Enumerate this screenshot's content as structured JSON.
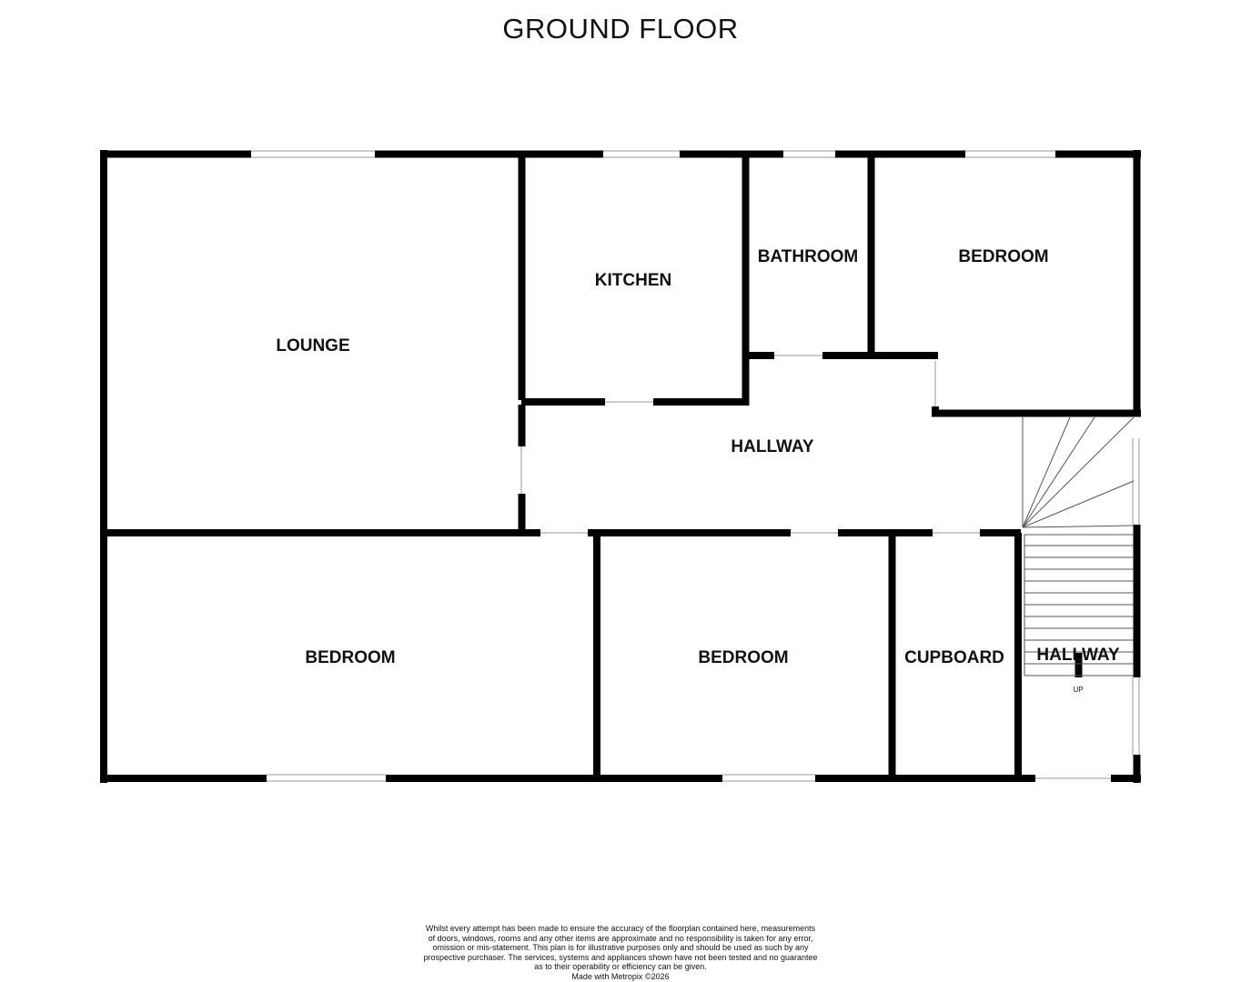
{
  "title": "GROUND FLOOR",
  "rooms": {
    "lounge": "LOUNGE",
    "kitchen": "KITCHEN",
    "bathroom": "BATHROOM",
    "bedroom_top": "BEDROOM",
    "hallway_main": "HALLWAY",
    "bedroom_bottom_left": "BEDROOM",
    "bedroom_bottom_mid": "BEDROOM",
    "cupboard": "CUPBOARD",
    "hallway_entrance": "HALLWAY"
  },
  "stairs_label": "UP",
  "disclaimer": {
    "lines": [
      "Whilst every attempt has been made to ensure the accuracy of the floorplan contained here, measurements",
      "of doors, windows, rooms and any other items are approximate and no responsibility is taken for any error,",
      "omission or mis-statement. This plan is for illustrative purposes only and should be used as such by any",
      "prospective purchaser. The services, systems and appliances shown have not been tested and no guarantee",
      "as to their operability or efficiency can be given."
    ],
    "credit": "Made with Metropix ©2026"
  },
  "colors": {
    "wall": "#000000",
    "window": "#9a9a9a",
    "background": "#ffffff"
  }
}
